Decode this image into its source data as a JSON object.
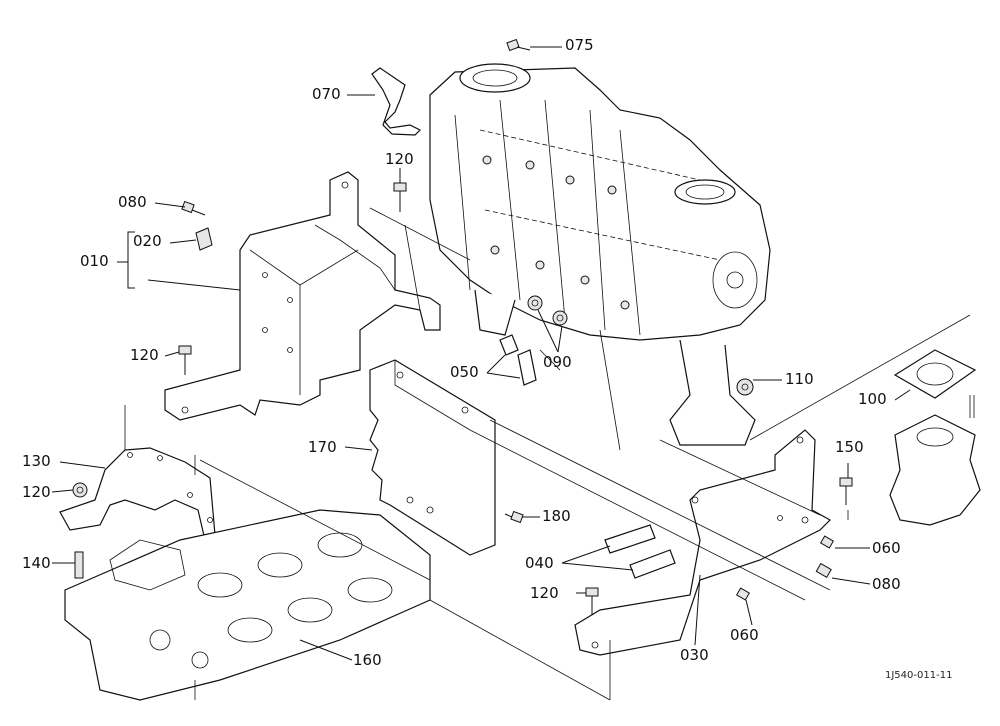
{
  "drawing": {
    "reference_code": "1J540-011-11",
    "callouts": [
      {
        "id": "c075",
        "text": "075"
      },
      {
        "id": "c070",
        "text": "070"
      },
      {
        "id": "c120a",
        "text": "120"
      },
      {
        "id": "c080a",
        "text": "080"
      },
      {
        "id": "c020",
        "text": "020"
      },
      {
        "id": "c010",
        "text": "010"
      },
      {
        "id": "c120b",
        "text": "120"
      },
      {
        "id": "c050",
        "text": "050"
      },
      {
        "id": "c090",
        "text": "090"
      },
      {
        "id": "c110",
        "text": "110"
      },
      {
        "id": "c100",
        "text": "100"
      },
      {
        "id": "c170",
        "text": "170"
      },
      {
        "id": "c130",
        "text": "130"
      },
      {
        "id": "c150",
        "text": "150"
      },
      {
        "id": "c120c",
        "text": "120"
      },
      {
        "id": "c180",
        "text": "180"
      },
      {
        "id": "c060a",
        "text": "060"
      },
      {
        "id": "c040",
        "text": "040"
      },
      {
        "id": "c080b",
        "text": "080"
      },
      {
        "id": "c140",
        "text": "140"
      },
      {
        "id": "c120d",
        "text": "120"
      },
      {
        "id": "c060b",
        "text": "060"
      },
      {
        "id": "c030",
        "text": "030"
      },
      {
        "id": "c160",
        "text": "160"
      }
    ]
  }
}
